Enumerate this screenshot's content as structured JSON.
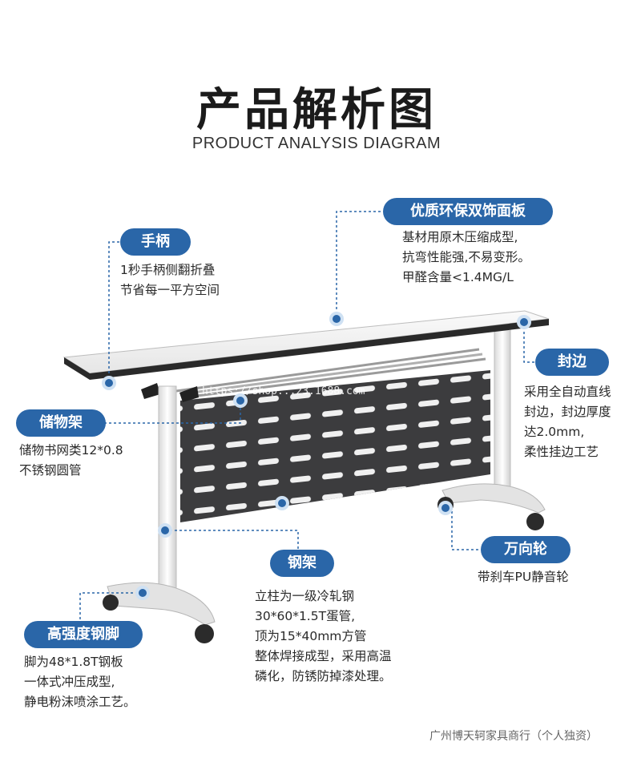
{
  "header": {
    "title": "产品解析图",
    "subtitle": "PRODUCT ANALYSIS DIAGRAM"
  },
  "watermark": "https://shop...23.1688.com",
  "callouts": {
    "handle": {
      "label": "手柄",
      "lines": [
        "1秒手柄侧翻折叠",
        "节省每一平方空间"
      ]
    },
    "panel": {
      "label": "优质环保双饰面板",
      "lines": [
        "基材用原木压缩成型,",
        "抗弯性能强,不易变形。",
        "甲醛含量<1.4MG/L"
      ]
    },
    "edge": {
      "label": "封边",
      "lines": [
        "采用全自动直线",
        "封边，封边厚度",
        "达2.0mm,",
        "柔性挂边工艺"
      ]
    },
    "shelf": {
      "label": "储物架",
      "lines": [
        "储物书网类12*0.8",
        "不锈钢圆管"
      ]
    },
    "caster": {
      "label": "万向轮",
      "lines": [
        "带刹车PU静音轮"
      ]
    },
    "frame": {
      "label": "钢架",
      "lines": [
        "立柱为一级冷轧钢",
        "30*60*1.5T蛋管,",
        "顶为15*40mm方管",
        "整体焊接成型，采用高温",
        "磷化，防锈防掉漆处理。"
      ]
    },
    "foot": {
      "label": "高强度钢脚",
      "lines": [
        "脚为48*1.8T钢板",
        "一体式冲压成型,",
        "静电粉沫喷涂工艺。"
      ]
    }
  },
  "footer": "广州博天轲家具商行（个人独资）",
  "colors": {
    "accent": "#2a66a8",
    "panel_dark": "#3c3c3e",
    "table_top": "#f2f2f2"
  }
}
